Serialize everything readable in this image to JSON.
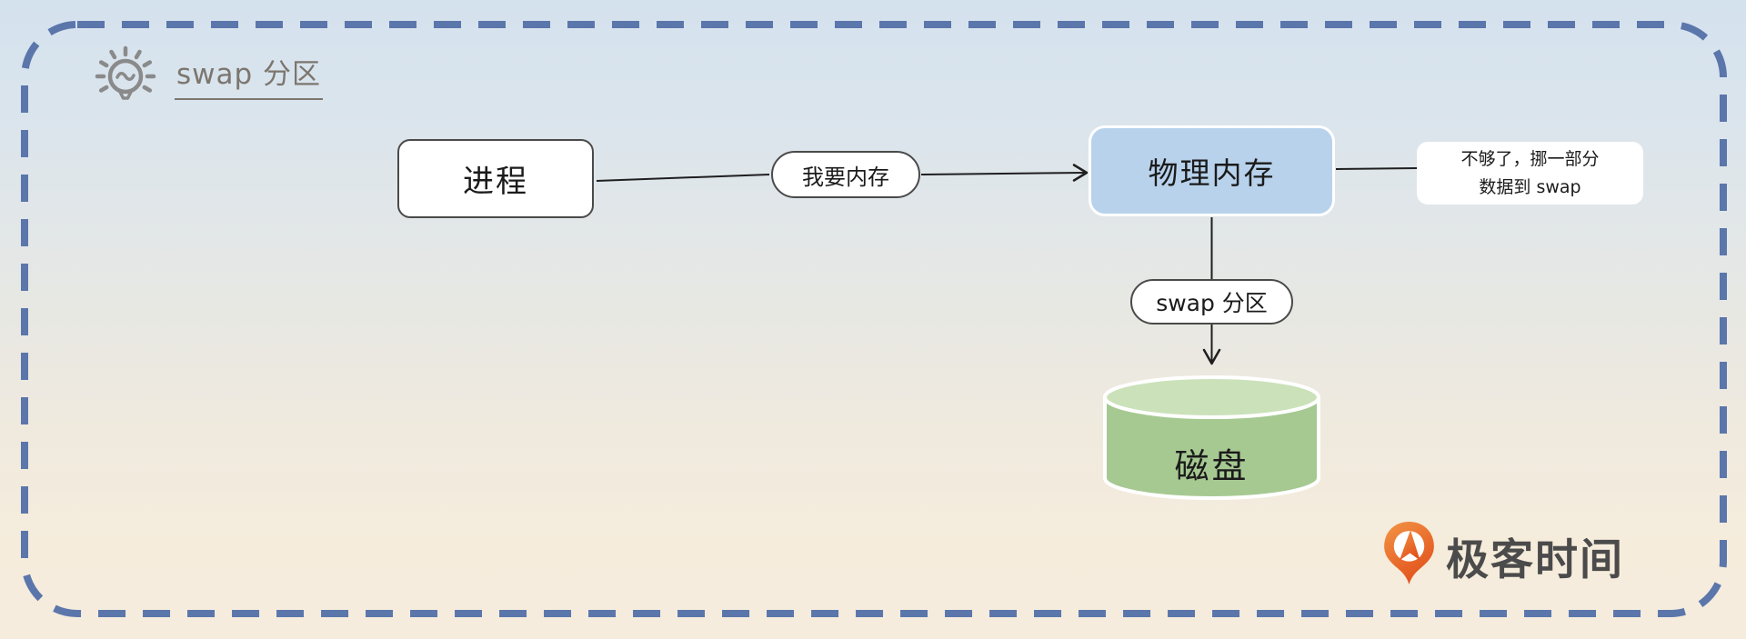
{
  "diagram": {
    "title": "swap 分区",
    "title_icon": "lightbulb",
    "nodes": {
      "process": {
        "label": "进程",
        "shape": "rounded-rect",
        "fill": "#ffffff"
      },
      "request_pill": {
        "label": "我要内存",
        "shape": "pill",
        "fill": "#ffffff"
      },
      "physical_memory": {
        "label": "物理内存",
        "shape": "rounded-rect",
        "fill": "#b8d2ec"
      },
      "overflow_note": {
        "lines": [
          "不够了，挪一部分",
          "数据到 swap"
        ],
        "shape": "rounded-rect",
        "fill": "#ffffff"
      },
      "swap_pill": {
        "label": "swap 分区",
        "shape": "pill",
        "fill": "#ffffff"
      },
      "disk": {
        "label": "磁盘",
        "shape": "cylinder",
        "fill_body": "#a6c992",
        "fill_top": "#cbe1ba"
      }
    },
    "edges": [
      {
        "from": "process",
        "to": "request_pill",
        "arrow": false
      },
      {
        "from": "request_pill",
        "to": "physical_memory",
        "arrow": true
      },
      {
        "from": "physical_memory",
        "to": "overflow_note",
        "arrow": false
      },
      {
        "from": "physical_memory",
        "to": "disk",
        "via": "swap_pill",
        "arrow": true
      }
    ],
    "colors": {
      "dashed_border": "#5b76ab",
      "title_text": "#7c766f",
      "node_border": "#4a4a4a",
      "connector": "#1f1f1f",
      "memory_fill": "#b8d2ec",
      "disk_body": "#a6c992",
      "disk_top": "#cbe1ba",
      "logo_orange": "#e8611f",
      "logo_text": "#4b4b4b"
    },
    "brand": {
      "name": "极客时间",
      "icon": "location-pin"
    }
  }
}
